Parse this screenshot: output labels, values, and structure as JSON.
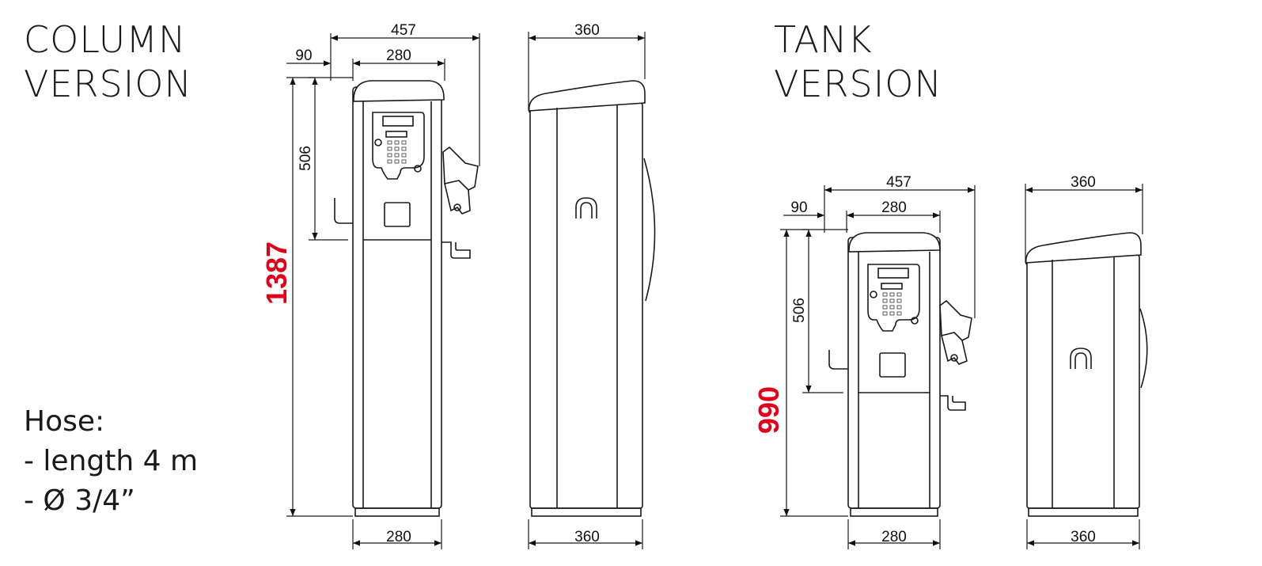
{
  "headings": {
    "column": [
      "COLUMN",
      "VERSION"
    ],
    "tank": [
      "TANK",
      "VERSION"
    ]
  },
  "hose": {
    "title": "Hose:",
    "length": "- length 4 m",
    "diameter": "- Ø 3/4”"
  },
  "column": {
    "height": "1387",
    "top_total": "457",
    "top_offset": "90",
    "top_width": "280",
    "panel_height": "506",
    "base_width": "280",
    "side_top": "360",
    "side_base": "360"
  },
  "tank": {
    "height": "990",
    "top_total": "457",
    "top_offset": "90",
    "top_width": "280",
    "panel_height": "506",
    "base_width": "280",
    "side_top": "360",
    "side_base": "360"
  },
  "colors": {
    "height_label": "#e1001a",
    "line": "#1a1a1a"
  }
}
